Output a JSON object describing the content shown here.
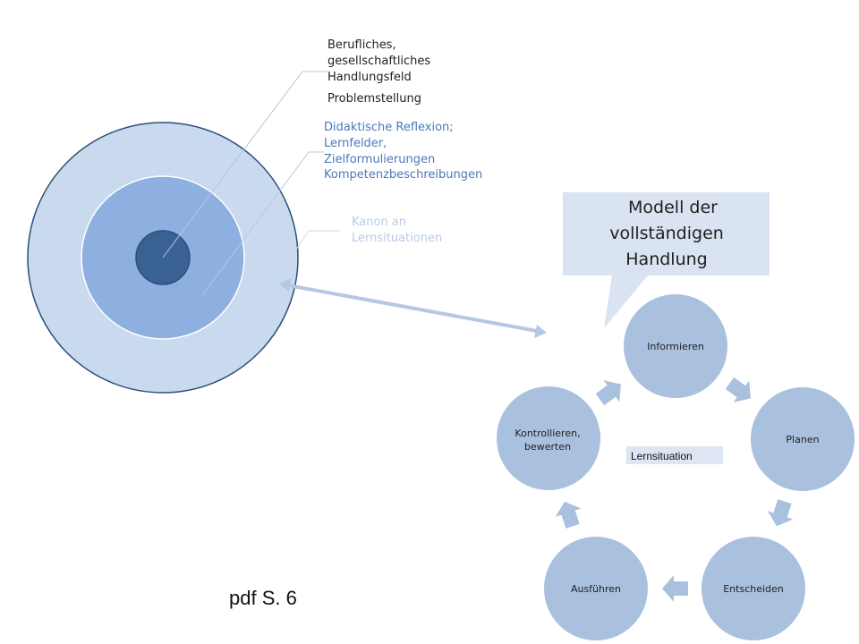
{
  "target": {
    "labels": {
      "field": [
        "Berufliches,",
        "gesellschaftliches",
        "Handlungsfeld"
      ],
      "problem": "Problemstellung",
      "didactic": [
        "Didaktische Reflexion;",
        "Lernfelder,",
        "Zielformulierungen",
        "Kompetenzbeschreibungen"
      ],
      "canon": [
        "Kanon an",
        "Lernsituationen"
      ]
    }
  },
  "callout": {
    "lines": [
      "Modell der",
      "vollständigen",
      "Handlung"
    ]
  },
  "cycle": {
    "center_label": "Lernsituation",
    "steps": {
      "informieren": [
        "Informieren"
      ],
      "planen": [
        "Planen"
      ],
      "entscheiden": [
        "Entscheiden"
      ],
      "ausfuehren": [
        "Ausführen"
      ],
      "kontrollieren": [
        "Kontrollieren,",
        "bewerten"
      ]
    }
  },
  "footer": "pdf S. 6",
  "colors": {
    "outer_ring": "#c9d9ee",
    "middle_ring": "#8db0e0",
    "core": "#3a6193",
    "ring_border": "#2d4f78",
    "cycle_node": "#a9c0de",
    "callout_bg": "#dae3f1"
  }
}
